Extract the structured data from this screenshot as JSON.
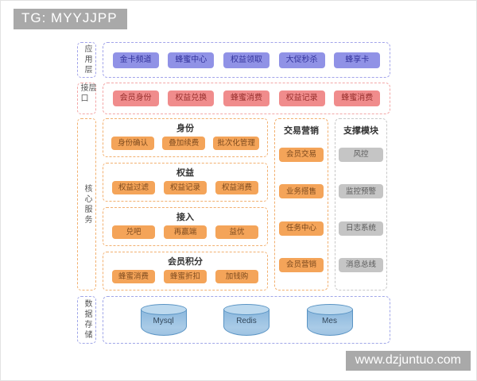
{
  "watermarks": {
    "top": "TG: MYYJJPP",
    "bottom": "www.dzjuntuo.com"
  },
  "colors": {
    "app_box": "#9092e6",
    "interface_box": "#f08c8c",
    "core_box": "#f4a459",
    "support_box": "#c5c5c5",
    "storage_cylinder": "#8cb8dd",
    "watermark_bg": "#a9a9a9"
  },
  "layers": {
    "app": {
      "label": "应用层",
      "items": [
        "金卡频道",
        "蜂蜜中心",
        "权益领取",
        "大促秒杀",
        "蜂享卡"
      ]
    },
    "interface": {
      "label": "接口层",
      "items": [
        "会员身份",
        "权益兑换",
        "蜂蜜消费",
        "权益记录",
        "蜂蜜消费"
      ]
    },
    "core": {
      "label": "核心服务",
      "groups": [
        {
          "title": "身份",
          "items": [
            "身份确认",
            "叠加续费",
            "批次化管理"
          ]
        },
        {
          "title": "权益",
          "items": [
            "权益过滤",
            "权益记录",
            "权益消费"
          ]
        },
        {
          "title": "接入",
          "items": [
            "兑吧",
            "再赢端",
            "益优"
          ]
        },
        {
          "title": "会员积分",
          "items": [
            "蜂蜜消费",
            "蜂蜜折扣",
            "加钱购"
          ]
        }
      ],
      "trade": {
        "title": "交易营销",
        "items": [
          "会员交易",
          "业务搭售",
          "任务中心",
          "会员营销"
        ]
      },
      "support": {
        "title": "支撑模块",
        "items": [
          "风控",
          "监控预警",
          "日志系统",
          "消息总线"
        ]
      }
    },
    "storage": {
      "label": "数据存储",
      "items": [
        "Mysql",
        "Redis",
        "Mes"
      ]
    }
  }
}
